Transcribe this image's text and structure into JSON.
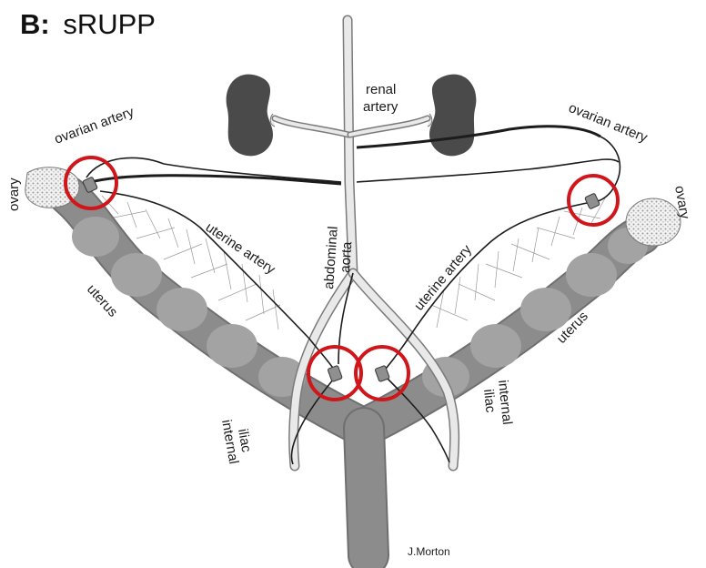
{
  "figure": {
    "title_prefix": "B:",
    "title_main": "sRUPP",
    "credit": "J.Morton"
  },
  "labels": {
    "ovarian_artery_left": "ovarian artery",
    "ovarian_artery_right": "ovarian artery",
    "ovary_left": "ovary",
    "ovary_right": "ovary",
    "renal_line1": "renal",
    "renal_line2": "artery",
    "abdominal_line1": "abdominal",
    "abdominal_line2": "aorta",
    "uterine_artery_left": "uterine artery",
    "uterine_artery_right": "uterine artery",
    "uterus_left": "uterus",
    "uterus_right": "uterus",
    "internal_left_line1": "internal",
    "internal_left_line2": "iliac",
    "internal_right_line1": "internal",
    "internal_right_line2": "iliac"
  },
  "colors": {
    "clip_ring": "#d0161b",
    "uterus": "#8c8c8c",
    "kidney": "#4a4a4a"
  },
  "clip_count": 4
}
